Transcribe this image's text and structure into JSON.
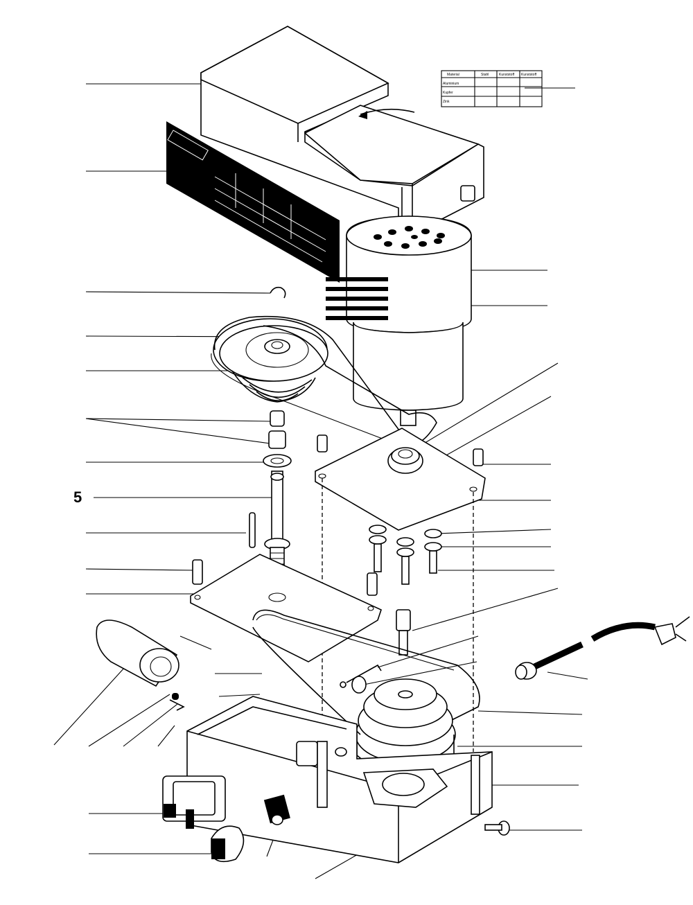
{
  "part_number_label": "5",
  "table_headers": [
    "Material",
    "Stahl",
    "Kunststoff",
    "Kunststoff"
  ],
  "table_rows": [
    "Aluminium",
    "Kupfer",
    "Zink"
  ],
  "colors": {
    "line": "#000000",
    "background": "#ffffff"
  }
}
